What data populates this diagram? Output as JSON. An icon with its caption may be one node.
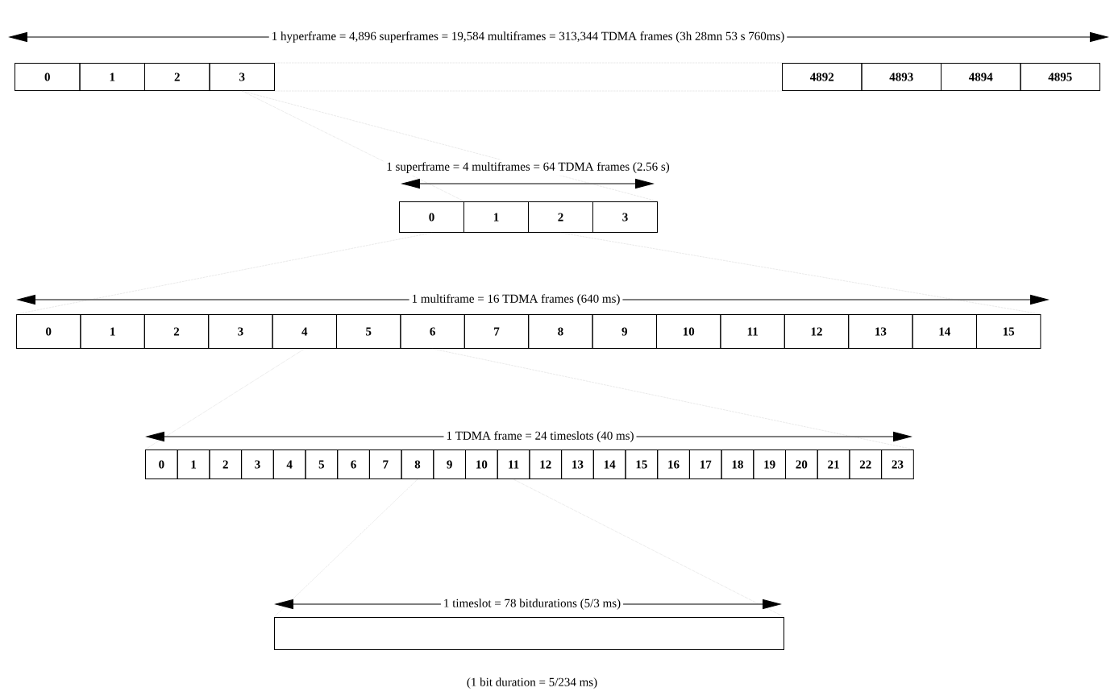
{
  "diagram": {
    "nodes": [
      {
        "text": [
          "0"
        ]
      },
      {
        "text": [
          "1"
        ]
      },
      {
        "text": [
          "2"
        ]
      },
      {
        "text": [
          "3"
        ]
      },
      {
        "text": [
          "4892"
        ]
      },
      {
        "text": [
          "4893"
        ]
      },
      {
        "text": [
          "4894"
        ]
      },
      {
        "text": [
          "4895"
        ]
      },
      {
        "text": [
          "0"
        ]
      },
      {
        "text": [
          "1"
        ]
      },
      {
        "text": [
          "2"
        ]
      },
      {
        "text": [
          "3"
        ]
      },
      {
        "text": [
          "0"
        ]
      },
      {
        "text": [
          "1"
        ]
      },
      {
        "text": [
          "2"
        ]
      },
      {
        "text": [
          "3"
        ]
      },
      {
        "text": [
          "4"
        ]
      },
      {
        "text": [
          "5"
        ]
      },
      {
        "text": [
          "6"
        ]
      },
      {
        "text": [
          "7"
        ]
      },
      {
        "text": [
          "8"
        ]
      },
      {
        "text": [
          "9"
        ]
      },
      {
        "text": [
          "10"
        ]
      },
      {
        "text": [
          "11"
        ]
      },
      {
        "text": [
          "12"
        ]
      },
      {
        "text": [
          "13"
        ]
      },
      {
        "text": [
          "14"
        ]
      },
      {
        "text": [
          "15"
        ]
      },
      {
        "text": [
          "0"
        ]
      },
      {
        "text": [
          "1"
        ]
      },
      {
        "text": [
          "2"
        ]
      },
      {
        "text": [
          "3"
        ]
      },
      {
        "text": [
          "4"
        ]
      },
      {
        "text": [
          "5"
        ]
      },
      {
        "text": [
          "6"
        ]
      },
      {
        "text": [
          "7"
        ]
      },
      {
        "text": [
          "8"
        ]
      },
      {
        "text": [
          "9"
        ]
      },
      {
        "text": [
          "10"
        ]
      },
      {
        "text": [
          "11"
        ]
      },
      {
        "text": [
          "12"
        ]
      },
      {
        "text": [
          "13"
        ]
      },
      {
        "text": [
          "14"
        ]
      },
      {
        "text": [
          "15"
        ]
      },
      {
        "text": [
          "16"
        ]
      },
      {
        "text": [
          "17"
        ]
      },
      {
        "text": [
          "18"
        ]
      },
      {
        "text": [
          "19"
        ]
      },
      {
        "text": [
          "20"
        ]
      },
      {
        "text": [
          "21"
        ]
      },
      {
        "text": [
          "22"
        ]
      },
      {
        "text": [
          "23"
        ]
      },
      {
        "text": [],
        "shape": "box"
      }
    ],
    "edges": [
      {
        "from": 3,
        "to": 4,
        "arrow": "none",
        "style": "dashed"
      },
      {
        "from": 3,
        "to": 4,
        "arrow": "none",
        "style": "dashed"
      },
      {
        "from": 3,
        "to": 8,
        "arrow": "none",
        "style": "dashed"
      },
      {
        "from": 3,
        "to": 11,
        "arrow": "none",
        "style": "dashed"
      },
      {
        "from": 8,
        "to": 12,
        "arrow": "none",
        "style": "dashed"
      },
      {
        "from": 10,
        "to": 27,
        "arrow": "none",
        "style": "dashed"
      },
      {
        "from": 16,
        "to": 28,
        "arrow": "none",
        "style": "dashed"
      },
      {
        "from": 18,
        "to": 51,
        "arrow": "none",
        "style": "dashed"
      },
      {
        "from": 36,
        "to": 52,
        "arrow": "none",
        "style": "dashed"
      },
      {
        "from": 39,
        "to": 52,
        "arrow": "none",
        "style": "dashed"
      }
    ],
    "labels": [
      "1 hyperframe = 4,896 superframes = 19,584 multiframes = 313,344 TDMA frames (3h 28mn 53 s 760ms)",
      "1 superframe = 4 multiframes = 64 TDMA frames (2.56 s)",
      "1 multiframe = 16 TDMA frames (640 ms)",
      "1 TDMA frame = 24 timeslots (40 ms)",
      "1 timeslot = 78 bitdurations (5/3 ms)",
      "(1 bit duration = 5/234 ms)"
    ]
  }
}
